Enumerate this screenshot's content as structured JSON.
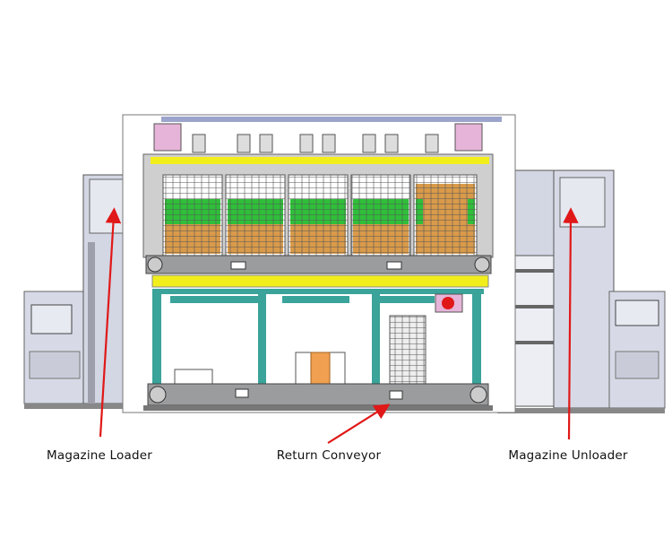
{
  "labels": {
    "loader": "Magazine Loader",
    "return_conveyor": "Return Conveyor",
    "unloader": "Magazine Unloader"
  },
  "colors": {
    "arrow": "#e01818",
    "frame_teal": "#3aa39a",
    "yellow_bar": "#f2ee1c",
    "green_module": "#2fbf3a",
    "orange_module": "#d99a4a",
    "cabinet": "#d7dae6",
    "conveyor_gray": "#9b9c9e"
  }
}
